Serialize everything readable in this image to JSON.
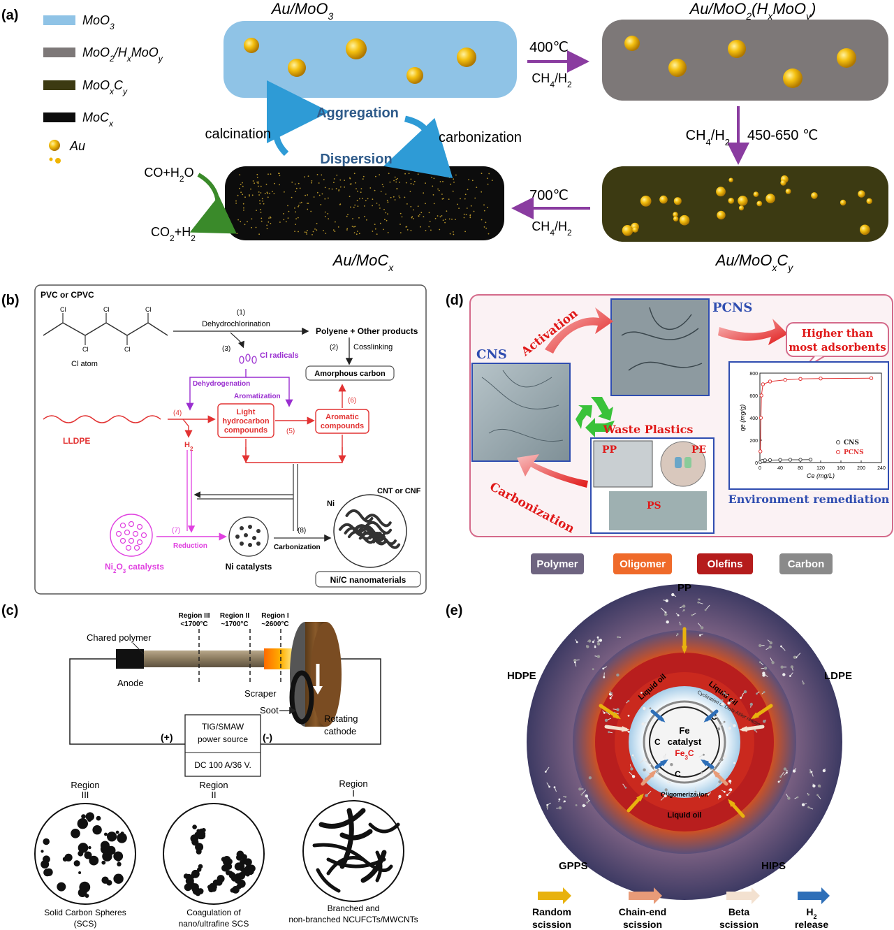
{
  "colors": {
    "moo3": "#8fc3e6",
    "moo2": "#7d7878",
    "mooxcy": "#3c3a12",
    "mocx": "#0c0c0c",
    "gold": "#f0b400",
    "arrow_purple": "#8a3ca0",
    "arrow_blue": "#2e9bd6",
    "arrow_green": "#3a8a2a",
    "red": "#e23232",
    "violet": "#9a2fd0",
    "magenta": "#e040e0",
    "pink_border": "#d46a8a",
    "blue_border": "#2f4db0"
  },
  "panel_a": {
    "label": "(a)",
    "legend": [
      {
        "key": "moo3",
        "text": "MoO3"
      },
      {
        "key": "moo2",
        "text": "MoO2/HxMoOy"
      },
      {
        "key": "mooxcy",
        "text": "MoOxCy"
      },
      {
        "key": "mocx",
        "text": "MoCx"
      },
      {
        "key": "au",
        "text": "Au"
      }
    ],
    "titles": {
      "au_moo3": "Au/MoO3",
      "au_moo2": "Au/MoO2(HxMoOy)",
      "au_mocx": "Au/MoCx",
      "au_mooxcy": "Au/MoOxCy"
    },
    "steps": {
      "s1_temp": "400℃",
      "s1_gas": "CH4/H2",
      "s2_gas": "CH4/H2",
      "s2_temp": "450-650 ℃",
      "s3_temp": "700℃",
      "s3_gas": "CH4/H2"
    },
    "cycle": {
      "aggregation": "Aggregation",
      "dispersion": "Dispersion",
      "calcination": "calcination",
      "carbonization": "carbonization"
    },
    "reaction": {
      "reactant": "CO+H2O",
      "product": "CO2+H2"
    }
  },
  "panel_b": {
    "label": "(b)",
    "pvc": "PVC or CPVC",
    "cl_atom": "Cl atom",
    "cl_sym": "Cl",
    "s1_num": "(1)",
    "s1": "Dehydrochlorination",
    "polyene": "Polyene + Other products",
    "s2_num": "(2)",
    "s2": "Cosslinking",
    "s3_num": "(3)",
    "cl_radicals": "Cl radicals",
    "amorphous": "Amorphous carbon",
    "dehydrogenation": "Dehydrogenation",
    "aromatization": "Aromatization",
    "s4_num": "(4)",
    "lldpe": "LLDPE",
    "light_hc": [
      "Light",
      "hydrocarbon",
      "compounds"
    ],
    "s5_num": "(5)",
    "aromatic": [
      "Aromatic",
      "compounds"
    ],
    "s6_num": "(6)",
    "h2": "H2",
    "cnt": "CNT or CNF",
    "ni": "Ni",
    "s7_num": "(7)",
    "reduction": "Reduction",
    "s8_num": "(8)",
    "carbonization": "Carbonization",
    "ni2o3": "Ni2O3 catalysts",
    "ni_cat": "Ni catalysts",
    "nic": "Ni/C nanomaterials"
  },
  "panel_c": {
    "label": "(c)",
    "region3": [
      "Region III",
      "<1700°C"
    ],
    "region2": [
      "Region II",
      "~1700°C"
    ],
    "region1": [
      "Region I",
      "~2600°C"
    ],
    "chared": "Chared polymer",
    "anode": "Anode",
    "scraper": "Scraper",
    "soot": "Soot",
    "rotating": [
      "Rotating",
      "cathode"
    ],
    "plus": "(+)",
    "minus": "(-)",
    "power": [
      "TIG/SMAW",
      "power source"
    ],
    "dc": "DC 100 A/36 V.",
    "circles": [
      {
        "title": [
          "Region",
          "III"
        ],
        "caption": [
          "Solid Carbon Spheres",
          "(SCS)"
        ]
      },
      {
        "title": [
          "Region",
          "II"
        ],
        "caption": [
          "Coagulation of",
          "nano/ultrafine SCS"
        ]
      },
      {
        "title": [
          "Region",
          "I"
        ],
        "caption": [
          "Branched and",
          "non-branched NCUFCTs/MWCNTs"
        ]
      }
    ]
  },
  "panel_d": {
    "label": "(d)",
    "activation": "Activation",
    "carbonization": "Carbonization",
    "pcns": "PCNS",
    "cns": "CNS",
    "higher": [
      "Higher than",
      "most adsorbents"
    ],
    "waste": "Waste Plastics",
    "pp": "PP",
    "pe": "PE",
    "ps": "PS",
    "env": "Environment remediation",
    "ylabel": "qe (mg/g)",
    "xlabel": "Ce (mg/L)",
    "legend": [
      "CNS",
      "PCNS"
    ]
  },
  "chart_data": {
    "type": "scatter",
    "xlabel": "Ce (mg/L)",
    "ylabel": "qe (mg/g)",
    "xlim": [
      0,
      240
    ],
    "ylim": [
      0,
      800
    ],
    "xticks": [
      0,
      40,
      80,
      120,
      160,
      200,
      240
    ],
    "yticks": [
      0,
      200,
      400,
      600,
      800
    ],
    "legend_position": "bottom-right",
    "series": [
      {
        "name": "CNS",
        "x": [
          1,
          5,
          10,
          20,
          40,
          60,
          80,
          100
        ],
        "y": [
          5,
          15,
          20,
          22,
          24,
          25,
          25,
          26
        ]
      },
      {
        "name": "PCNS",
        "x": [
          1,
          2,
          3,
          6,
          20,
          50,
          80,
          120,
          220
        ],
        "y": [
          100,
          400,
          600,
          700,
          725,
          740,
          748,
          752,
          755
        ]
      }
    ]
  },
  "panel_e": {
    "label": "(e)",
    "top_labels": [
      "Polymer",
      "Oligomer",
      "Olefins",
      "Carbon"
    ],
    "pp": "PP",
    "hdpe": "HDPE",
    "ldpe": "LDPE",
    "gpps": "GPPS",
    "hips": "HIPS",
    "fe": "Fe",
    "catalyst": "catalyst",
    "fe3c": "Fe3C",
    "c": "C",
    "liquid_oil": "Liquid oil",
    "oligomerization": "Oligomerization",
    "cyclization": "Cyclization or Diels-Alder reaction",
    "legend": [
      [
        "Random",
        "scission"
      ],
      [
        "Chain-end",
        "scission"
      ],
      [
        "Beta",
        "scission"
      ],
      [
        "H2",
        "release"
      ]
    ]
  }
}
